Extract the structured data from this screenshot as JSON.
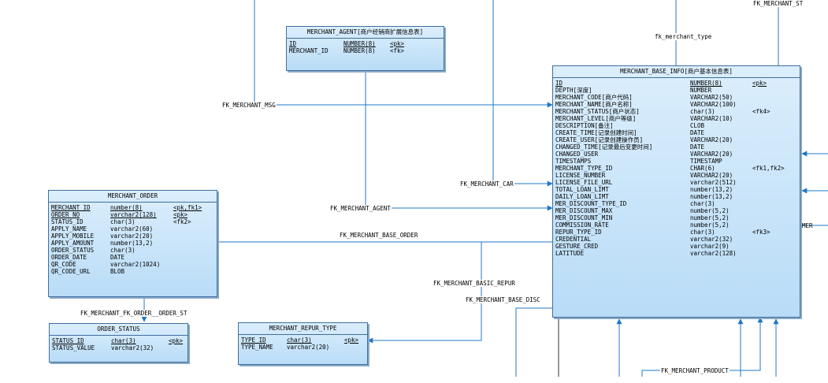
{
  "labels": {
    "fk_merchant_st": "FK_MERCHANT_ST",
    "fk_merchant_type": "fk_merchant_type",
    "fk_merchant_msg": "FK_MERCHANT_MSG",
    "fk_merchant_car": "FK_MERCHANT_CAR",
    "fk_merchant_agent": "FK_MERCHANT_AGENT",
    "fk_merchant_base_order": "FK_MERCHANT_BASE_ORDER",
    "fk_merchant_basic_repur": "FK_MERCHANT_BASIC_REPUR",
    "fk_merchant_base_disc": "FK_MERCHANT_BASE_DISC",
    "fk_merchant_fk_order_order_st": "FK_MERCHANT_FK_ORDER__ORDER_ST",
    "fk_merchant_product": "FK_MERCHANT_PRODUCT",
    "mer_fragment": "MER"
  },
  "entities": {
    "merchant_agent": {
      "title": "MERCHANT_AGENT[商户经销商扩展信息表]",
      "rows": [
        {
          "name": "ID",
          "type": "NUMBER(8)",
          "key": "<pk>",
          "pk": true
        },
        {
          "name": "MERCHANT_ID",
          "type": "NUMBER(8)",
          "key": "<fk>",
          "pk": false
        }
      ]
    },
    "merchant_base_info": {
      "title": "MERCHANT_BASE_INFO[商户基本信息表]",
      "rows": [
        {
          "name": "ID",
          "type": "NUMBER(8)",
          "key": "<pk>",
          "pk": true
        },
        {
          "name": "DEPTH[深度]",
          "type": "NUMBER",
          "key": "",
          "pk": false
        },
        {
          "name": "MERCHANT_CODE[商户代码]",
          "type": "VARCHAR2(50)",
          "key": "",
          "pk": false
        },
        {
          "name": "MERCHANT_NAME[商户名称]",
          "type": "VARCHAR2(100)",
          "key": "",
          "pk": false
        },
        {
          "name": "MERCHANT_STATUS[商户状态]",
          "type": "char(3)",
          "key": "<fk4>",
          "pk": false
        },
        {
          "name": "MERCHANT_LEVEL[商户等级]",
          "type": "VARCHAR2(10)",
          "key": "",
          "pk": false
        },
        {
          "name": "DESCRIPTION[备注]",
          "type": "CLOB",
          "key": "",
          "pk": false
        },
        {
          "name": "CREATE_TIME[记录创建时间]",
          "type": "DATE",
          "key": "",
          "pk": false
        },
        {
          "name": "CREATE_USER[记录创建操作员]",
          "type": "VARCHAR2(20)",
          "key": "",
          "pk": false
        },
        {
          "name": "CHANGED_TIME[记录最后变更时间]",
          "type": "DATE",
          "key": "",
          "pk": false
        },
        {
          "name": "CHANGED_USER",
          "type": "VARCHAR2(20)",
          "key": "",
          "pk": false
        },
        {
          "name": "TIMESTAMPS",
          "type": "TIMESTAMP",
          "key": "",
          "pk": false
        },
        {
          "name": "MERCHANT_TYPE_ID",
          "type": "CHAR(6)",
          "key": "<fk1,fk2>",
          "pk": false
        },
        {
          "name": "LICENSE_NUMBER",
          "type": "VARCHAR2(20)",
          "key": "",
          "pk": false
        },
        {
          "name": "LICENSE_FILE_URL",
          "type": "varchar2(512)",
          "key": "",
          "pk": false
        },
        {
          "name": "TOTAL_LOAN_LIMT",
          "type": "number(13,2)",
          "key": "",
          "pk": false
        },
        {
          "name": "DAILY_LOAN_LIMT",
          "type": "number(13,2)",
          "key": "",
          "pk": false
        },
        {
          "name": "MER_DISCOUNT_TYPE_ID",
          "type": "char(3)",
          "key": "",
          "pk": false
        },
        {
          "name": "MER_DISCOUNT_MAX",
          "type": "number(5,2)",
          "key": "",
          "pk": false
        },
        {
          "name": "MER_DISCOUNT_MIN",
          "type": "number(5,2)",
          "key": "",
          "pk": false
        },
        {
          "name": "COMMISSION_RATE",
          "type": "number(5,2)",
          "key": "",
          "pk": false
        },
        {
          "name": "REPUR_TYPE_ID",
          "type": "char(3)",
          "key": "<fk3>",
          "pk": false
        },
        {
          "name": "CREDENTIAL",
          "type": "varchar2(32)",
          "key": "",
          "pk": false
        },
        {
          "name": "GESTURE_CRED",
          "type": "varchar2(9)",
          "key": "",
          "pk": false
        },
        {
          "name": "LATITUDE",
          "type": "varchar2(128)",
          "key": "",
          "pk": false
        }
      ]
    },
    "merchant_order": {
      "title": "MERCHANT_ORDER",
      "rows": [
        {
          "name": "MERCHANT_ID",
          "type": "number(8)",
          "key": "<pk,fk1>",
          "pk": true
        },
        {
          "name": "ORDER_NO",
          "type": "varchar2(128)",
          "key": "<pk>",
          "pk": true
        },
        {
          "name": "STATUS_ID",
          "type": "char(3)",
          "key": "<fk2>",
          "pk": false
        },
        {
          "name": "APPLY_NAME",
          "type": "varchar2(60)",
          "key": "",
          "pk": false
        },
        {
          "name": "APPLY_MOBILE",
          "type": "varchar2(20)",
          "key": "",
          "pk": false
        },
        {
          "name": "APPLY_AMOUNT",
          "type": "number(13,2)",
          "key": "",
          "pk": false
        },
        {
          "name": "ORDER_STATUS",
          "type": "char(3)",
          "key": "",
          "pk": false
        },
        {
          "name": "ORDER_DATE",
          "type": "DATE",
          "key": "",
          "pk": false
        },
        {
          "name": "QR_CODE",
          "type": "varchar2(1024)",
          "key": "",
          "pk": false
        },
        {
          "name": "QR_CODE_URL",
          "type": "BLOB",
          "key": "",
          "pk": false
        }
      ]
    },
    "order_status": {
      "title": "ORDER_STATUS",
      "rows": [
        {
          "name": "STATUS_ID",
          "type": "char(3)",
          "key": "<pk>",
          "pk": true
        },
        {
          "name": "STATUS_VALUE",
          "type": "varchar2(32)",
          "key": "",
          "pk": false
        }
      ]
    },
    "merchant_repur_type": {
      "title": "MERCHANT_REPUR_TYPE",
      "rows": [
        {
          "name": "TYPE_ID",
          "type": "char(3)",
          "key": "<pk>",
          "pk": true
        },
        {
          "name": "TYPE_NAME",
          "type": "varchar2(20)",
          "key": "",
          "pk": false
        }
      ]
    }
  }
}
